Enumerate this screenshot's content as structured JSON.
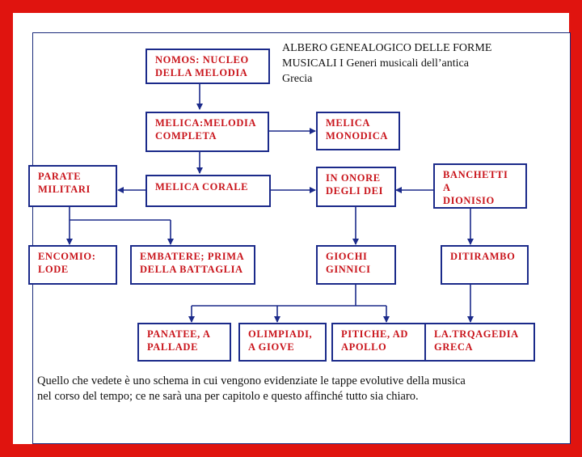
{
  "title": {
    "line1": "ALBERO GENEALOGICO DELLE FORME",
    "line2": "MUSICALI I Generi musicali dell’antica",
    "line3": "Grecia"
  },
  "caption": {
    "line1": "Quello che vedete è uno schema in cui vengono evidenziate le tappe evolutive della musica",
    "line2": "nel corso del tempo; ce ne sarà una per capitolo e questo affinché tutto  sia chiaro."
  },
  "colors": {
    "frame": "#e0140f",
    "box_border": "#1b2a8a",
    "box_text": "#c9141b",
    "arrow": "#1b2a8a"
  },
  "boxes": {
    "nomos": [
      "NOMOS: NUCLEO",
      "DELLA MELODIA"
    ],
    "melica_completa": [
      "MELICA:MELODIA",
      "COMPLETA"
    ],
    "melica_monodica": [
      "MELICA",
      "MONODICA"
    ],
    "parate_militari": [
      "PARATE",
      "MILITARI"
    ],
    "melica_corale": [
      "MELICA CORALE",
      ""
    ],
    "in_onore": [
      "IN ONORE",
      "DEGLI DEI"
    ],
    "banchetti": [
      "BANCHETTI A",
      "DIONISIO"
    ],
    "encomio": [
      "ENCOMIO:",
      "LODE"
    ],
    "embatere": [
      "EMBATERE; PRIMA",
      "DELLA BATTAGLIA"
    ],
    "giochi": [
      "GIOCHI",
      "GINNICI"
    ],
    "ditirambo": [
      "DITIRAMBO",
      ""
    ],
    "panatee": [
      "PANATEE, A",
      "PALLADE"
    ],
    "olimpiadi": [
      "OLIMPIADI,",
      "A GIOVE"
    ],
    "pitiche": [
      "PITICHE, AD",
      "APOLLO"
    ],
    "tragedia": [
      "LA.TRQAGEDIA",
      "GRECA"
    ]
  }
}
